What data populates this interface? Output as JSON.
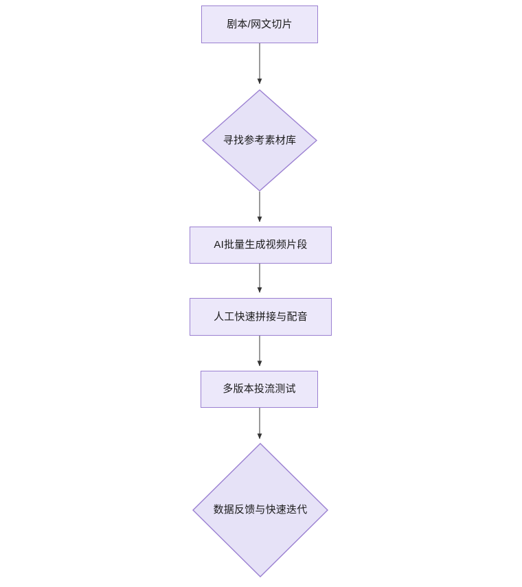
{
  "diagram": {
    "type": "flowchart",
    "direction": "top-to-bottom",
    "background_color": "#ffffff",
    "node_fill_color": "#ece8fa",
    "node_border_color": "#9a7fd1",
    "edge_color": "#888888",
    "text_color": "#1a1a1a",
    "nodes": [
      {
        "id": "n1",
        "shape": "rectangle",
        "label": "剧本/网文切片"
      },
      {
        "id": "n2",
        "shape": "diamond",
        "label": "寻找参考素材库"
      },
      {
        "id": "n3",
        "shape": "rectangle",
        "label": "AI批量生成视频片段"
      },
      {
        "id": "n4",
        "shape": "rectangle",
        "label": "人工快速拼接与配音"
      },
      {
        "id": "n5",
        "shape": "rectangle",
        "label": "多版本投流测试"
      },
      {
        "id": "n6",
        "shape": "diamond",
        "label": "数据反馈与快速迭代"
      }
    ],
    "edges": [
      {
        "from": "n1",
        "to": "n2",
        "label": ""
      },
      {
        "from": "n2",
        "to": "n3",
        "label": ""
      },
      {
        "from": "n3",
        "to": "n4",
        "label": ""
      },
      {
        "from": "n4",
        "to": "n5",
        "label": ""
      },
      {
        "from": "n5",
        "to": "n6",
        "label": ""
      }
    ]
  }
}
